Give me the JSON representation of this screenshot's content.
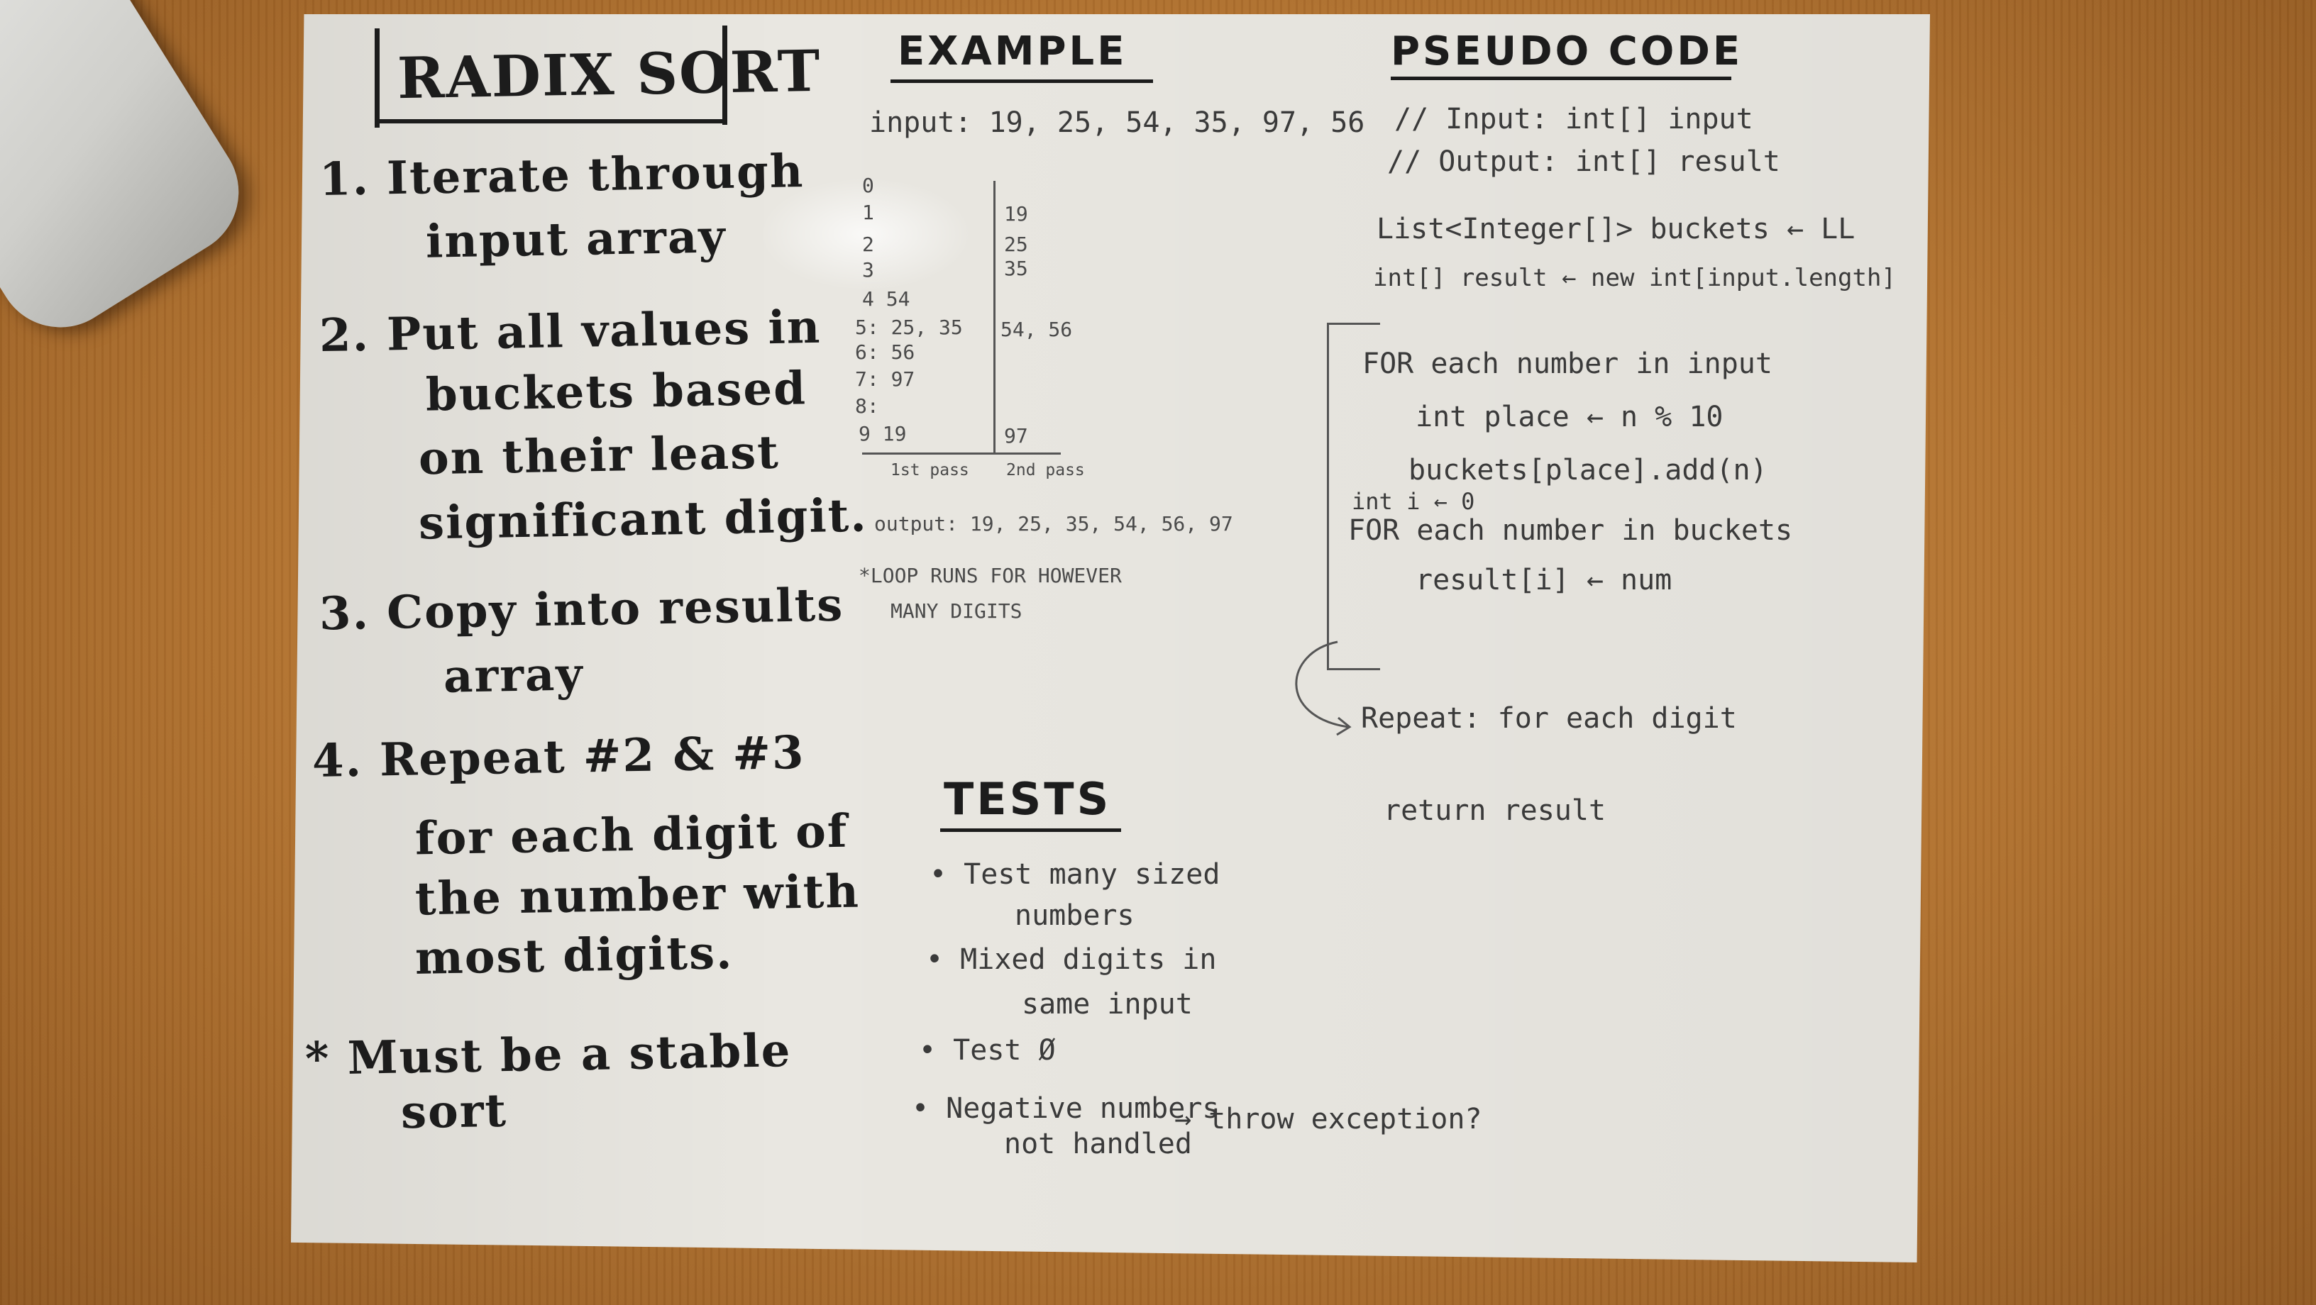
{
  "title": "RADIX SORT",
  "steps": [
    "1. Iterate through",
    "input array",
    "2. Put all values in",
    "buckets based",
    "on their least",
    "significant digit.",
    "3. Copy into results",
    "array",
    "4. Repeat #2 & #3",
    "for each digit of",
    "the number with",
    "most digits.",
    "* Must be a stable",
    "sort"
  ],
  "example": {
    "heading": "EXAMPLE",
    "input": "input: 19, 25, 54, 35, 97, 56",
    "buckets_1st_pass": [
      "0",
      "1",
      "2",
      "3",
      "4  54",
      "5: 25, 35",
      "6: 56",
      "7: 97",
      "8:",
      "9   19"
    ],
    "buckets_2nd_pass": [
      "19",
      "25",
      "35",
      "54, 56",
      "97"
    ],
    "label_1st": "1st pass",
    "label_2nd": "2nd pass",
    "output": "output: 19, 25, 35, 54, 56, 97",
    "note_1": "*LOOP RUNS FOR HOWEVER",
    "note_2": "MANY DIGITS"
  },
  "pseudocode": {
    "heading": "PSEUDO CODE",
    "lines": [
      "// Input: int[] input",
      "// Output: int[] result",
      "List<Integer[]> buckets ← LL",
      "int[] result ← new int[input.length]",
      "FOR each number in input",
      "int place ← n % 10",
      "buckets[place].add(n)",
      "int i ← 0",
      "FOR each number in buckets",
      "result[i] ← num",
      "Repeat: for each digit",
      "return result"
    ]
  },
  "tests": {
    "heading": "TESTS",
    "items": [
      "• Test many sized",
      "numbers",
      "• Mixed digits in",
      "same input",
      "• Test Ø",
      "• Negative numbers",
      "not handled",
      "→ throw exception?"
    ]
  }
}
